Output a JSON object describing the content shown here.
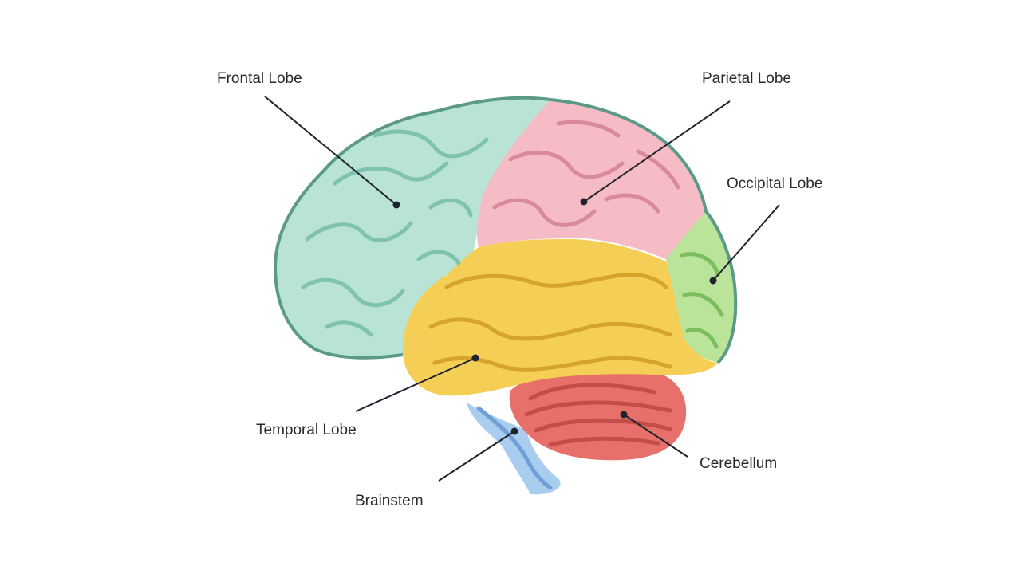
{
  "labels": {
    "frontal": "Frontal Lobe",
    "parietal": "Parietal Lobe",
    "occipital": "Occipital Lobe",
    "temporal": "Temporal Lobe",
    "cerebellum": "Cerebellum",
    "brainstem": "Brainstem"
  },
  "colors": {
    "frontal": "#b9e3d4",
    "frontal_dark": "#7fc3ac",
    "parietal": "#f6bcc6",
    "parietal_dark": "#d98a99",
    "occipital": "#b9e49a",
    "occipital_dark": "#7cbd5e",
    "temporal": "#f5cf55",
    "temporal_dark": "#d6a42a",
    "cerebellum": "#e8706a",
    "cerebellum_dark": "#c44d48",
    "brainstem": "#a9cdee",
    "brainstem_dark": "#6f9fd6",
    "outline": "#5a9a86",
    "leader": "#1f2330",
    "text": "#2a2a2a"
  },
  "icons": [
    "brain-illustration"
  ]
}
